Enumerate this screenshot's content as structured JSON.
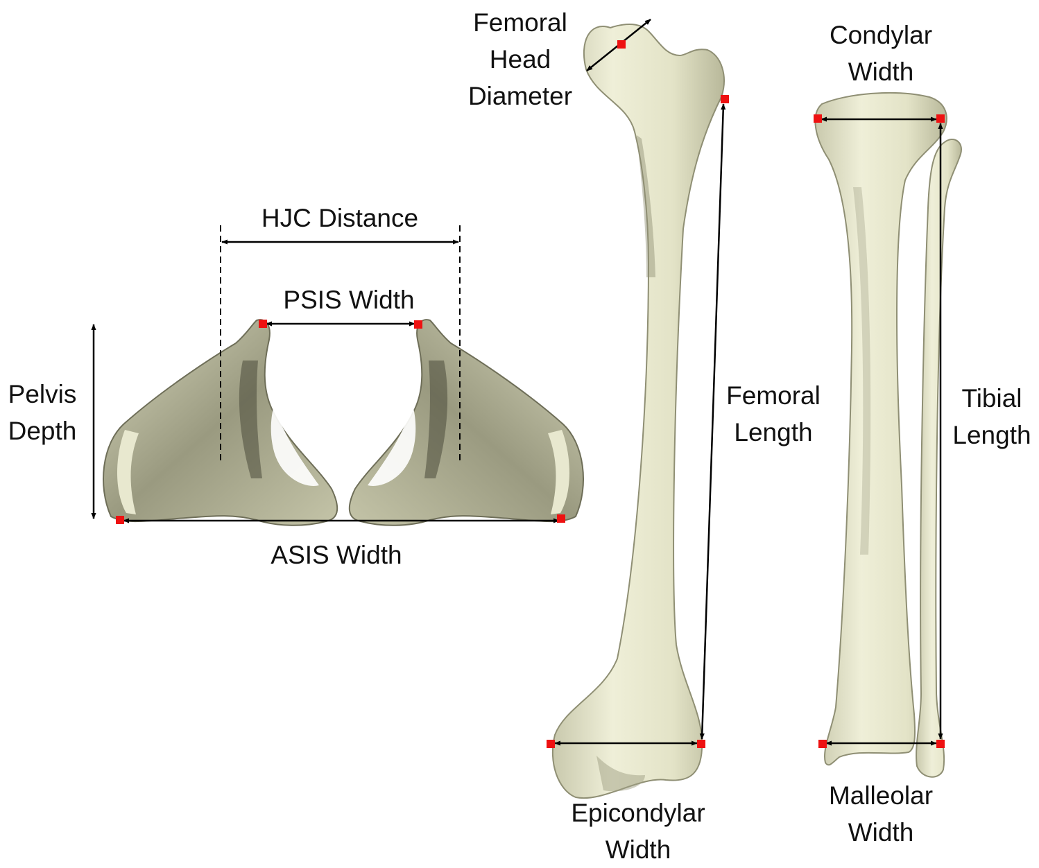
{
  "colors": {
    "bone_fill": "#e6e6cc",
    "bone_shade": "#a9a98c",
    "bone_dark": "#5f5f4c",
    "landmark": "#ee1111",
    "arrow": "#000000"
  },
  "labels": {
    "femoral_head_diameter": [
      "Femoral",
      "Head",
      "Diameter"
    ],
    "condylar_width": [
      "Condylar",
      "Width"
    ],
    "hjc_distance": [
      "HJC Distance"
    ],
    "psis_width": [
      "PSIS Width"
    ],
    "pelvis_depth": [
      "Pelvis",
      "Depth"
    ],
    "asis_width": [
      "ASIS Width"
    ],
    "femoral_length": [
      "Femoral",
      "Length"
    ],
    "tibial_length": [
      "Tibial",
      "Length"
    ],
    "epicondylar_width": [
      "Epicondylar",
      "Width"
    ],
    "malleolar_width": [
      "Malleolar",
      "Width"
    ]
  }
}
